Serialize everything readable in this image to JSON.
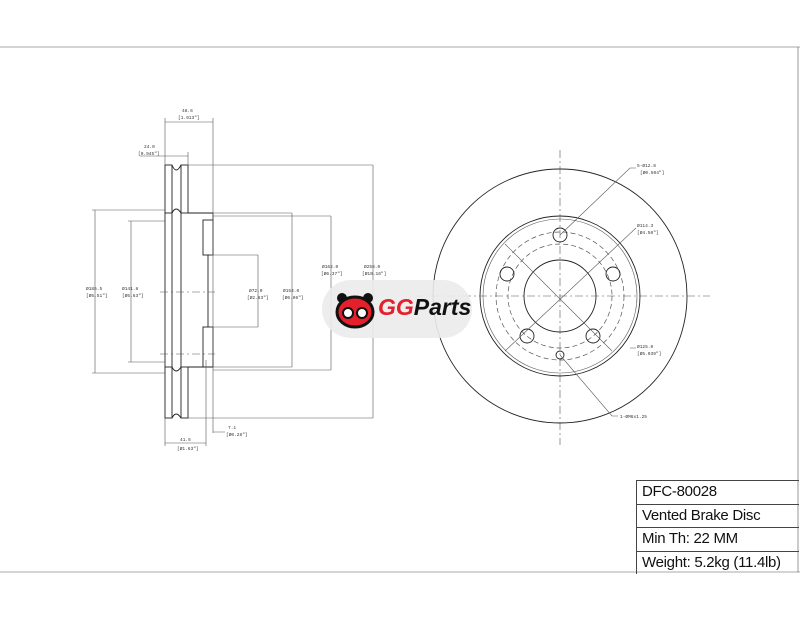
{
  "drawing": {
    "side_view": {
      "dim_overall_width": "48.6",
      "dim_overall_width_in": "[1.913\"]",
      "dim_rotor_thick": "24.0",
      "dim_rotor_thick_in": "[0.945\"]",
      "dim_d185": "Ø185.5",
      "dim_d185_in": "[Ø5.51\"]",
      "dim_d141": "Ø141.8",
      "dim_d141_in": "[Ø5.63\"]",
      "dim_d72": "Ø72.0",
      "dim_d72_in": "[Ø2.83\"]",
      "dim_d154": "Ø154.0",
      "dim_d154_in": "[Ø6.06\"]",
      "dim_d162": "Ø162.0",
      "dim_d162_in": "[Ø6.37\"]",
      "dim_d258": "Ø258.0",
      "dim_d258_in": "[Ø10.16\"]",
      "dim_hat_offset": "41.5",
      "dim_hat_offset_in": "[Ø1.63\"]",
      "dim_hat_thick": "7.1",
      "dim_hat_thick_in": "[Ø0.28\"]"
    },
    "front_view": {
      "bolt_holes": "5-Ø12.8",
      "bolt_holes_in": "[Ø0.504\"]",
      "pcd": "Ø114.3",
      "pcd_in": "[Ø4.50\"]",
      "circle": "Ø125.0",
      "circle_in": "[Ø5.039\"]",
      "thread": "1-ØM6x1.25"
    }
  },
  "logo": {
    "brand_a": "GG",
    "brand_b": "Parts"
  },
  "spec": {
    "part_number": "DFC-80028",
    "type": "Vented Brake Disc",
    "min_thickness": "Min Th: 22 MM",
    "weight": "Weight: 5.2kg (11.4lb)"
  },
  "colors": {
    "brand_red": "#e3202b"
  }
}
